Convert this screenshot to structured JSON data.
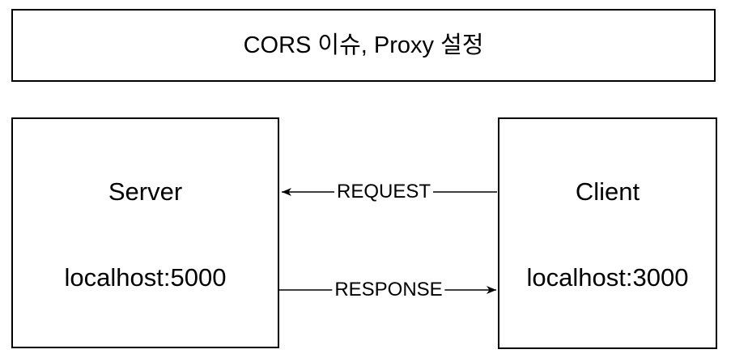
{
  "diagram": {
    "title": "CORS 이슈, Proxy 설정",
    "colors": {
      "background": "#ffffff",
      "stroke": "#000000",
      "text": "#000000"
    },
    "nodes": {
      "server": {
        "title": "Server",
        "subtitle": "localhost:5000"
      },
      "client": {
        "title": "Client",
        "subtitle": "localhost:3000"
      }
    },
    "edges": {
      "request": {
        "label": "REQUEST",
        "from": "client",
        "to": "server",
        "direction": "right-to-left"
      },
      "response": {
        "label": "RESPONSE",
        "from": "server",
        "to": "client",
        "direction": "left-to-right"
      }
    }
  }
}
